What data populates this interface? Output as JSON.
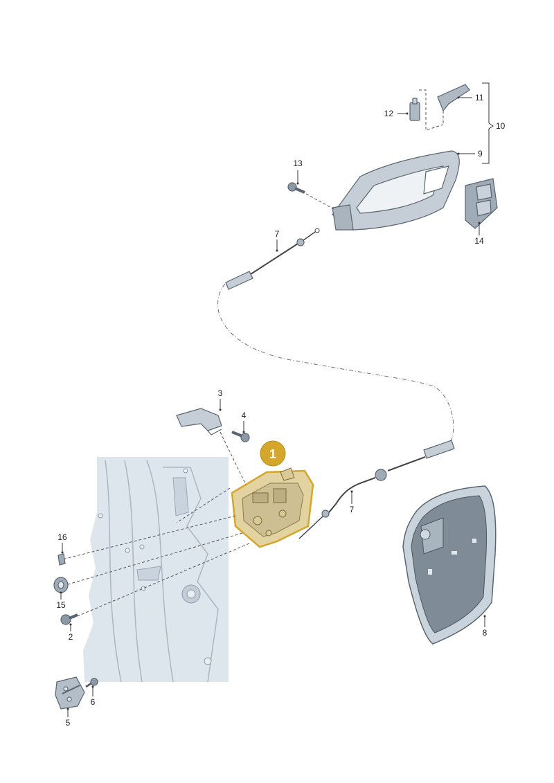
{
  "callouts": {
    "c1": "1",
    "c2": "2",
    "c3": "3",
    "c4": "4",
    "c5": "5",
    "c6": "6",
    "c7a": "7",
    "c7b": "7",
    "c8": "8",
    "c9": "9",
    "c10": "10",
    "c11": "11",
    "c12": "12",
    "c13": "13",
    "c14": "14",
    "c15": "15",
    "c16": "16"
  },
  "colors": {
    "highlight": "#D4A62A",
    "highlight_fill": "#E8D28A",
    "part_gray": "#B9C3CC",
    "part_light": "#E3E9EE",
    "panel_blue": "#D6E0EA",
    "line": "#333333"
  }
}
